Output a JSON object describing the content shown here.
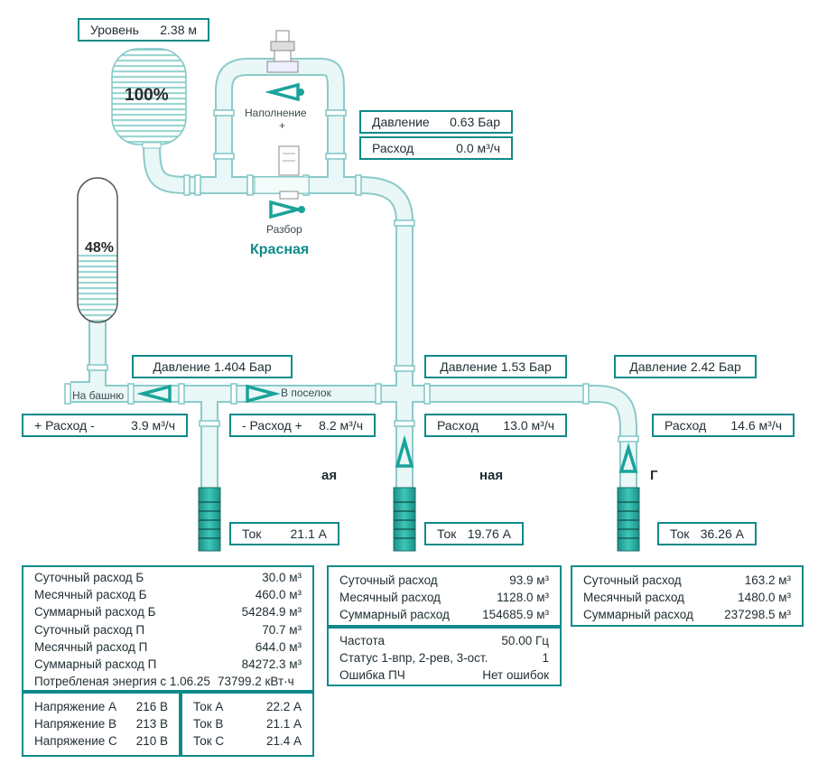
{
  "tanks": {
    "upper": {
      "level_label": "Уровень",
      "level_value": "2.38 м",
      "fill_percent": 100,
      "percent_label": "100%"
    },
    "tower": {
      "fill_percent": 48,
      "percent_label": "48%"
    }
  },
  "valves": {
    "fill_label": "Наполнение",
    "fill_sign": "+",
    "draw_label": "Разбор"
  },
  "station_title": "Красная",
  "top_readings": {
    "pressure_label": "Давление",
    "pressure_value": "0.63 Бар",
    "flow_label": "Расход",
    "flow_value": "0.0 м³/ч"
  },
  "pipes": {
    "to_tower": "На башню",
    "to_village": "В поселок"
  },
  "pressures": {
    "left": "Давление   1.404 Бар",
    "mid": "Давление 1.53 Бар",
    "right": "Давление 2.42 Бар"
  },
  "flows": {
    "left_label": "+ Расход -",
    "left_value": "3.9 м³/ч",
    "second_label": "- Расход +",
    "second_value": "8.2 м³/ч",
    "mid_label": "Расход",
    "mid_value": "13.0 м³/ч",
    "right_label": "Расход",
    "right_value": "14.6 м³/ч"
  },
  "partial_titles": {
    "left": "ая",
    "mid": "ная",
    "right": "Г"
  },
  "currents": {
    "pump1_label": "Ток",
    "pump1_value": "21.1 А",
    "pump2_label": "Ток",
    "pump2_value": "19.76 А",
    "pump3_label": "Ток",
    "pump3_value": "36.26 А"
  },
  "panel_left": {
    "rows": [
      {
        "label": "Суточный расход Б",
        "value": "30.0 м³"
      },
      {
        "label": "Месячный расход Б",
        "value": "460.0 м³"
      },
      {
        "label": "Суммарный расход Б",
        "value": "54284.9 м³"
      },
      {
        "label": "Суточный расход П",
        "value": "70.7 м³"
      },
      {
        "label": "Месячный расход П",
        "value": "644.0 м³"
      },
      {
        "label": "Суммарный расход П",
        "value": "84272.3 м³"
      },
      {
        "label": "Потребленая энергия с 1.06.25",
        "value": "73799.2 кВт·ч"
      }
    ]
  },
  "electrical": {
    "voltage": [
      {
        "label": "Напряжение А",
        "value": "216 В"
      },
      {
        "label": "Напряжение В",
        "value": "213 В"
      },
      {
        "label": "Напряжение С",
        "value": "210 В"
      }
    ],
    "current": [
      {
        "label": "Ток А",
        "value": "22.2 А"
      },
      {
        "label": "Ток В",
        "value": "21.1 А"
      },
      {
        "label": "Ток С",
        "value": "21.4 А"
      }
    ]
  },
  "panel_mid": {
    "rows": [
      {
        "label": "Суточный расход",
        "value": "93.9 м³"
      },
      {
        "label": "Месячный расход",
        "value": "1128.0 м³"
      },
      {
        "label": "Суммарный расход",
        "value": "154685.9 м³"
      }
    ],
    "status_rows": [
      {
        "label": "Частота",
        "value": "50.00 Гц"
      },
      {
        "label": "Статус 1-впр, 2-рев, 3-ост.",
        "value": "1"
      },
      {
        "label": "Ошибка ПЧ",
        "value": "Нет ошибок"
      }
    ]
  },
  "panel_right": {
    "rows": [
      {
        "label": "Суточный расход",
        "value": "163.2 м³"
      },
      {
        "label": "Месячный расход",
        "value": "1480.0 м³"
      },
      {
        "label": "Суммарный расход",
        "value": "237298.5 м³"
      }
    ]
  },
  "colors": {
    "accent": "#0f8a8a",
    "pipe": "#e8f6f6",
    "pipe_edge": "#7fc6c6",
    "pump": "#2fb3a8"
  }
}
